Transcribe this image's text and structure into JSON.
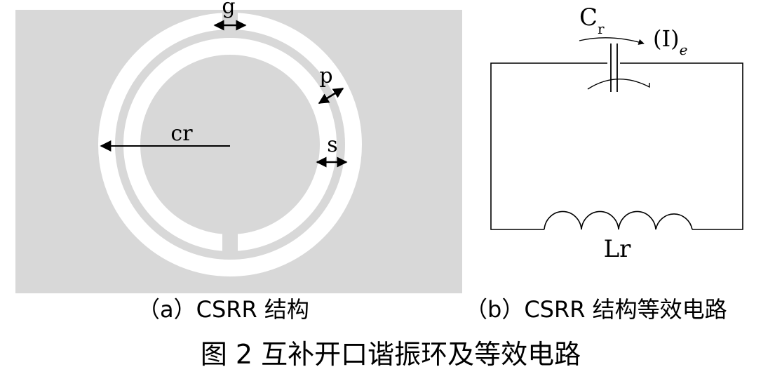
{
  "panel_a": {
    "label_g": "g",
    "label_p": "p",
    "label_s": "s",
    "label_cr": "cr",
    "caption": "（a）CSRR 结构"
  },
  "panel_b": {
    "cap_main": "C",
    "cap_sub": "r",
    "current_main": "(I)",
    "current_sub": "e",
    "inductor_label": "Lr",
    "caption": "（b）CSRR 结构等效电路"
  },
  "figure_caption": "图 2   互补开口谐振环及等效电路",
  "colors": {
    "substrate": "#d8d8d8",
    "ring": "#ffffff",
    "line": "#000000"
  }
}
